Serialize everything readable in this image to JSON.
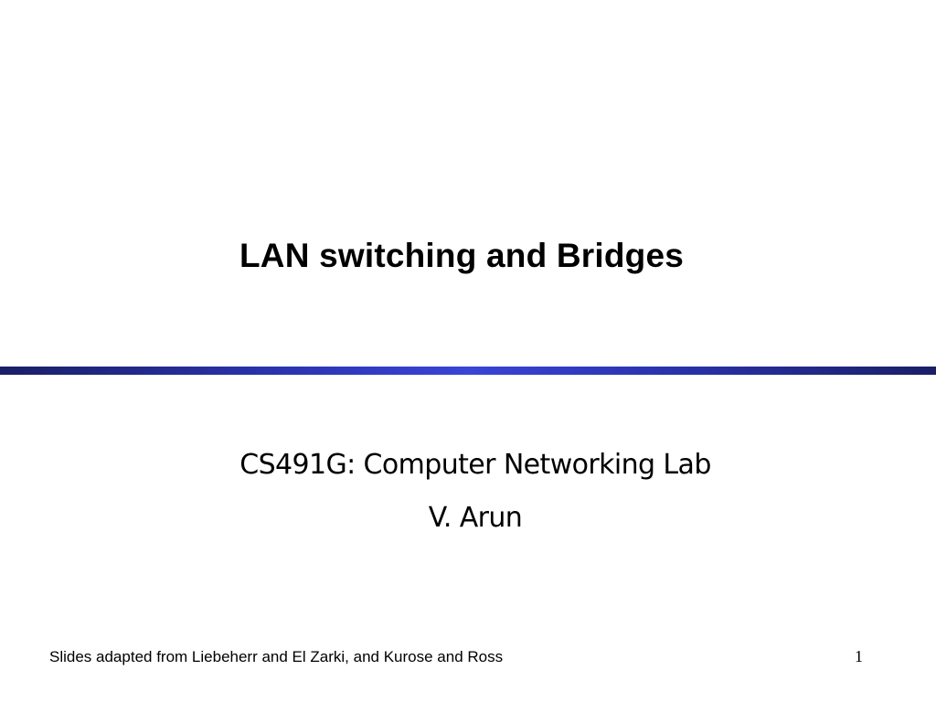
{
  "slide": {
    "title": "LAN switching and Bridges",
    "subtitle_course": "CS491G: Computer Networking Lab",
    "subtitle_author": "V. Arun",
    "footer": "Slides adapted from Liebeherr and El Zarki, and Kurose and Ross",
    "page_number": "1",
    "divider_color": "#2b33b0"
  }
}
